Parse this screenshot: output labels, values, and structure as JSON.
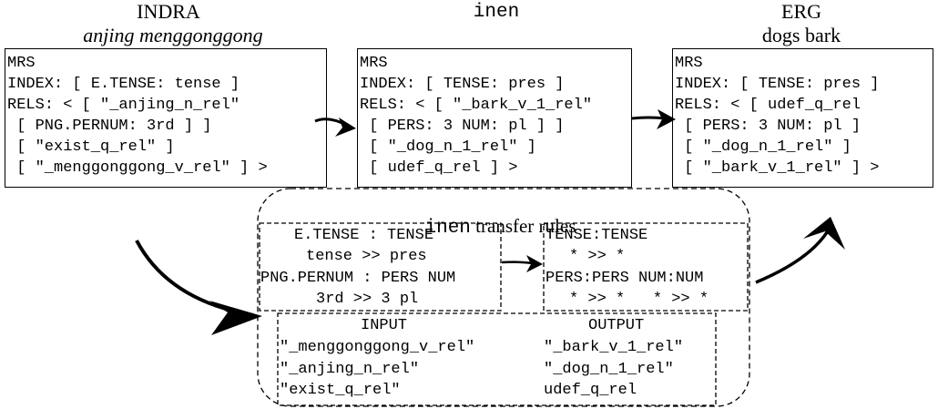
{
  "indra": {
    "title": "INDRA",
    "subtitle": "anjing menggonggong",
    "mrs": [
      "MRS",
      "INDEX: [ E.TENSE: tense ]",
      "RELS: < [ \"_anjing_n_rel\"",
      " [ PNG.PERNUM: 3rd ] ]",
      " [ \"exist_q_rel\" ]",
      " [ \"_menggonggong_v_rel\" ] >"
    ]
  },
  "inen": {
    "title": "inen",
    "mrs": [
      "MRS",
      "INDEX: [ TENSE: pres ]",
      "RELS: < [ \"_bark_v_1_rel\"",
      " [ PERS: 3 NUM: pl ] ]",
      " [ \"_dog_n_1_rel\" ]",
      " [ udef_q_rel ] >"
    ]
  },
  "erg": {
    "title": "ERG",
    "subtitle": "dogs bark",
    "mrs": [
      "MRS",
      "INDEX: [ TENSE: pres ]",
      "RELS: < [ udef_q_rel",
      " [ PERS: 3 NUM: pl ]",
      " [ \"_dog_n_1_rel\" ]",
      " [ \"_bark_v_1_rel\" ] >"
    ]
  },
  "transfer": {
    "title_mono": "inen",
    "title_serif": " transfer rules",
    "rule_left": {
      "line1": "E.TENSE : TENSE",
      "line2": "tense >> pres",
      "line3": "PNG.PERNUM : PERS NUM",
      "line4": "3rd >> 3 pl"
    },
    "rule_right": {
      "line1": "TENSE:TENSE",
      "line2": "* >> *",
      "line3": "PERS:PERS NUM:NUM",
      "line4": "* >> *   * >> *"
    },
    "mapping": {
      "input_header": "INPUT",
      "output_header": "OUTPUT",
      "inputs": [
        "\"_menggonggong_v_rel\"",
        "\"_anjing_n_rel\"",
        "\"exist_q_rel\""
      ],
      "outputs": [
        "\"_bark_v_1_rel\"",
        "\"_dog_n_1_rel\"",
        "udef_q_rel"
      ]
    }
  }
}
